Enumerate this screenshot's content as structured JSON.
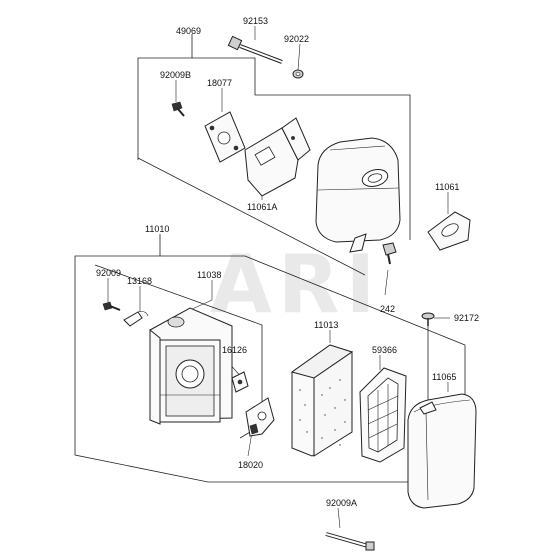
{
  "watermark": "ARI",
  "labels": {
    "p49069": "49069",
    "p92153": "92153",
    "p92022": "92022",
    "p92009B": "92009B",
    "p18077": "18077",
    "p11061": "11061",
    "p11061A": "11061A",
    "p11010": "11010",
    "p92009": "92009",
    "p13168": "13168",
    "p11038": "11038",
    "p16126": "16126",
    "p242": "242",
    "p92172": "92172",
    "p11013": "11013",
    "p59366": "59366",
    "p11065": "11065",
    "p18020": "18020",
    "p92009A": "92009A"
  }
}
